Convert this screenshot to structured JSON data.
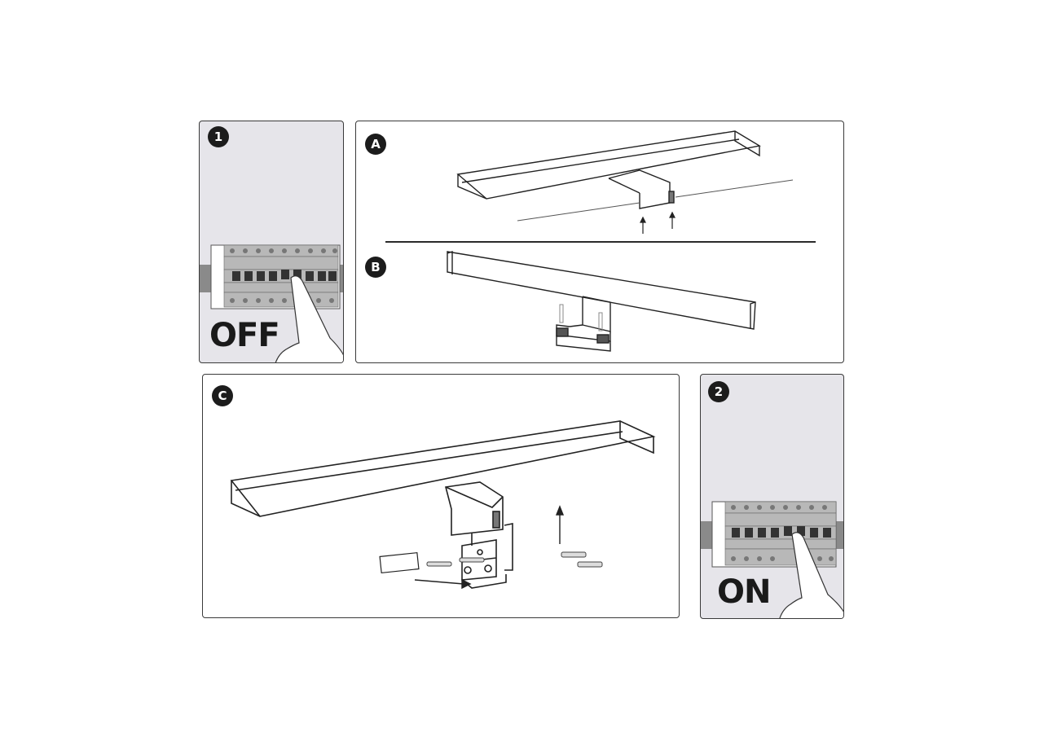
{
  "document": {
    "type": "installation-instructions",
    "subject": "LED mirror light mounting"
  },
  "steps": {
    "step1": {
      "badge": "1",
      "caption": "OFF"
    },
    "stepA": {
      "badge": "A"
    },
    "stepB": {
      "badge": "B"
    },
    "stepC": {
      "badge": "C"
    },
    "step2": {
      "badge": "2",
      "caption": "ON"
    }
  },
  "colors": {
    "panel_border": "#3a3a3a",
    "gray_panel_bg": "#e6e5ea",
    "badge_bg": "#1c1c1c",
    "badge_text": "#ffffff",
    "caption_text": "#1a1a1a"
  }
}
